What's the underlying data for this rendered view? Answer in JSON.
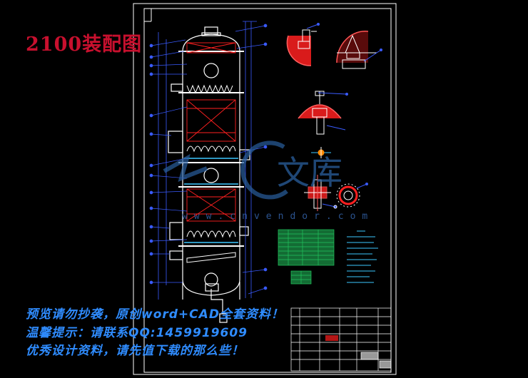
{
  "drawing": {
    "title": "2100装配图",
    "watermark_text": "文库",
    "watermark_url": "www.cnvendor.com",
    "notices": [
      "预览请勿抄袭，原创word+CAD全套资料！",
      "温馨提示：请联系QQ:1459919609",
      "优秀设计资料，请先值下载的那么些！"
    ]
  },
  "colors": {
    "background": "#000000",
    "frame": "#ffffff",
    "vessel": "#ffffff",
    "leader": "#3a5bff",
    "hatch": "#ff2020",
    "table": "#22c55e",
    "notice": "#2f8cff",
    "title": "#c8102e"
  }
}
